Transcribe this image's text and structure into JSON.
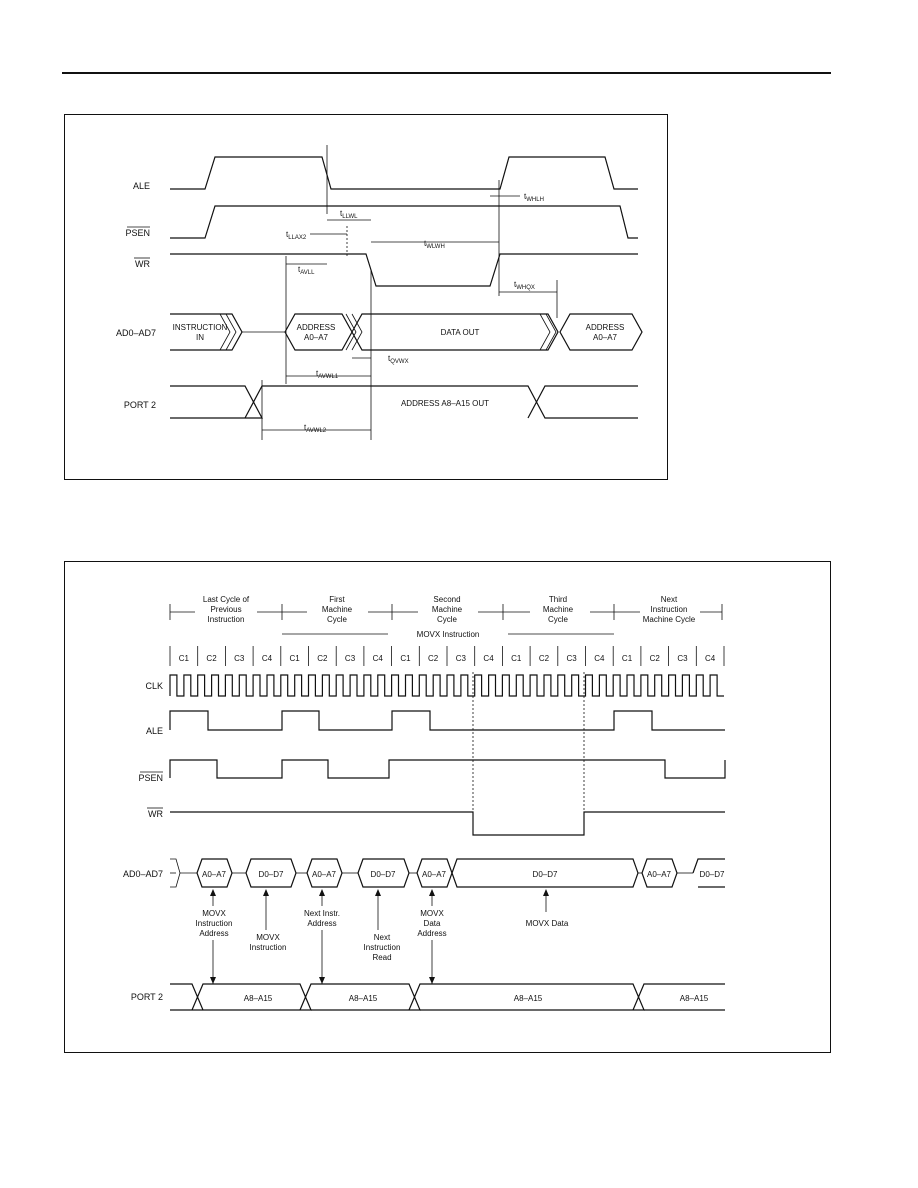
{
  "write_timing": {
    "signals": {
      "ale": "ALE",
      "psen": "PSEN",
      "wr": "WR",
      "ad": "AD0–AD7",
      "port2": "PORT 2"
    },
    "bus_labels": {
      "instruction_in_1": "INSTRUCTION",
      "instruction_in_2": "IN",
      "address_low_1": "ADDRESS",
      "address_low_2": "A0–A7",
      "data_out": "DATA OUT",
      "address_next_1": "ADDRESS",
      "address_next_2": "A0–A7",
      "port2_address": "ADDRESS A8–A15 OUT"
    },
    "params": {
      "llwl": {
        "main": "t",
        "sub": "LLWL"
      },
      "llax2": {
        "main": "t",
        "sub": "LLAX2"
      },
      "wlwh": {
        "main": "t",
        "sub": "WLWH"
      },
      "whlh": {
        "main": "t",
        "sub": "WHLH"
      },
      "avll": {
        "main": "t",
        "sub": "AVLL"
      },
      "whqx": {
        "main": "t",
        "sub": "WHQX"
      },
      "qvwx": {
        "main": "t",
        "sub": "QVWX"
      },
      "avwl1": {
        "main": "t",
        "sub": "AVWL1"
      },
      "avwl2": {
        "main": "t",
        "sub": "AVWL2"
      }
    }
  },
  "movx_cycle": {
    "cycles": [
      [
        "Last Cycle of",
        "Previous",
        "Instruction"
      ],
      [
        "First",
        "Machine",
        "Cycle"
      ],
      [
        "Second",
        "Machine",
        "Cycle"
      ],
      [
        "Third",
        "Machine",
        "Cycle"
      ],
      [
        "Next",
        "Instruction",
        "Machine Cycle"
      ]
    ],
    "movx_instruction": "MOVX Instruction",
    "clock_states": [
      "C1",
      "C2",
      "C3",
      "C4",
      "C1",
      "C2",
      "C3",
      "C4",
      "C1",
      "C2",
      "C3",
      "C4",
      "C1",
      "C2",
      "C3",
      "C4",
      "C1",
      "C2",
      "C3",
      "C4"
    ],
    "signals": {
      "clk": "CLK",
      "ale": "ALE",
      "psen": "PSEN",
      "wr": "WR",
      "ad": "AD0–AD7",
      "port2": "PORT 2"
    },
    "ad_bus": [
      "A0–A7",
      "D0–D7",
      "A0–A7",
      "D0–D7",
      "A0–A7",
      "D0–D7",
      "A0–A7",
      "D0–D7"
    ],
    "port2_bus": [
      "A8–A15",
      "A8–A15",
      "A8–A15",
      "A8–A15"
    ],
    "annotations": {
      "movx_instr_addr": [
        "MOVX",
        "Instruction",
        "Address"
      ],
      "movx_instruction": [
        "MOVX",
        "Instruction"
      ],
      "next_instr_addr": [
        "Next Instr.",
        "Address"
      ],
      "next_instr_read": [
        "Next",
        "Instruction",
        "Read"
      ],
      "movx_data_addr": [
        "MOVX",
        "Data",
        "Address"
      ],
      "movx_data": [
        "MOVX Data"
      ]
    }
  }
}
